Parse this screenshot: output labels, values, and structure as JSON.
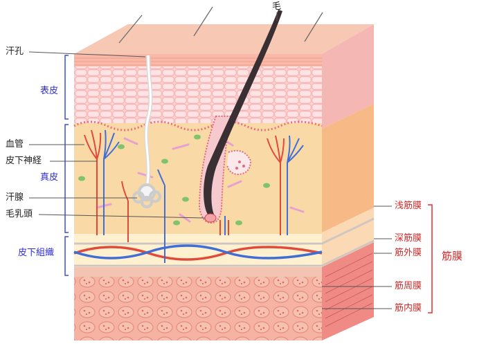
{
  "colors": {
    "epidermis_label": "#2b2bd6",
    "fascia_label": "#d42a2a",
    "leader": "#555555",
    "bracket_blue": "#3a4fd8",
    "bracket_red": "#e03030",
    "artery": "#e04a3a",
    "vein": "#3f6fd6",
    "hair": "#3a2f33",
    "skin_top": "#f7c9b4",
    "epidermis": "#f6b8b8",
    "dermis": "#f9d9a6",
    "subcutis": "#fff1cf",
    "muscle": "#f09a8c",
    "muscle_dark": "#c9494a"
  },
  "labels": {
    "left": {
      "pore": "汗孔",
      "vessel": "血管",
      "nerve": "皮下神経",
      "sweat_gland": "汗腺",
      "papilla": "毛乳頭"
    },
    "layers": {
      "epidermis": "表皮",
      "dermis": "真皮",
      "subcutis": "皮下組織"
    },
    "top": {
      "hair": "毛"
    },
    "right": {
      "superficial_fascia": "浅筋膜",
      "deep_fascia": "深筋膜",
      "epimysium": "筋外膜",
      "perimysium": "筋周膜",
      "endomysium": "筋内膜"
    },
    "group": {
      "fascia": "筋膜"
    }
  }
}
